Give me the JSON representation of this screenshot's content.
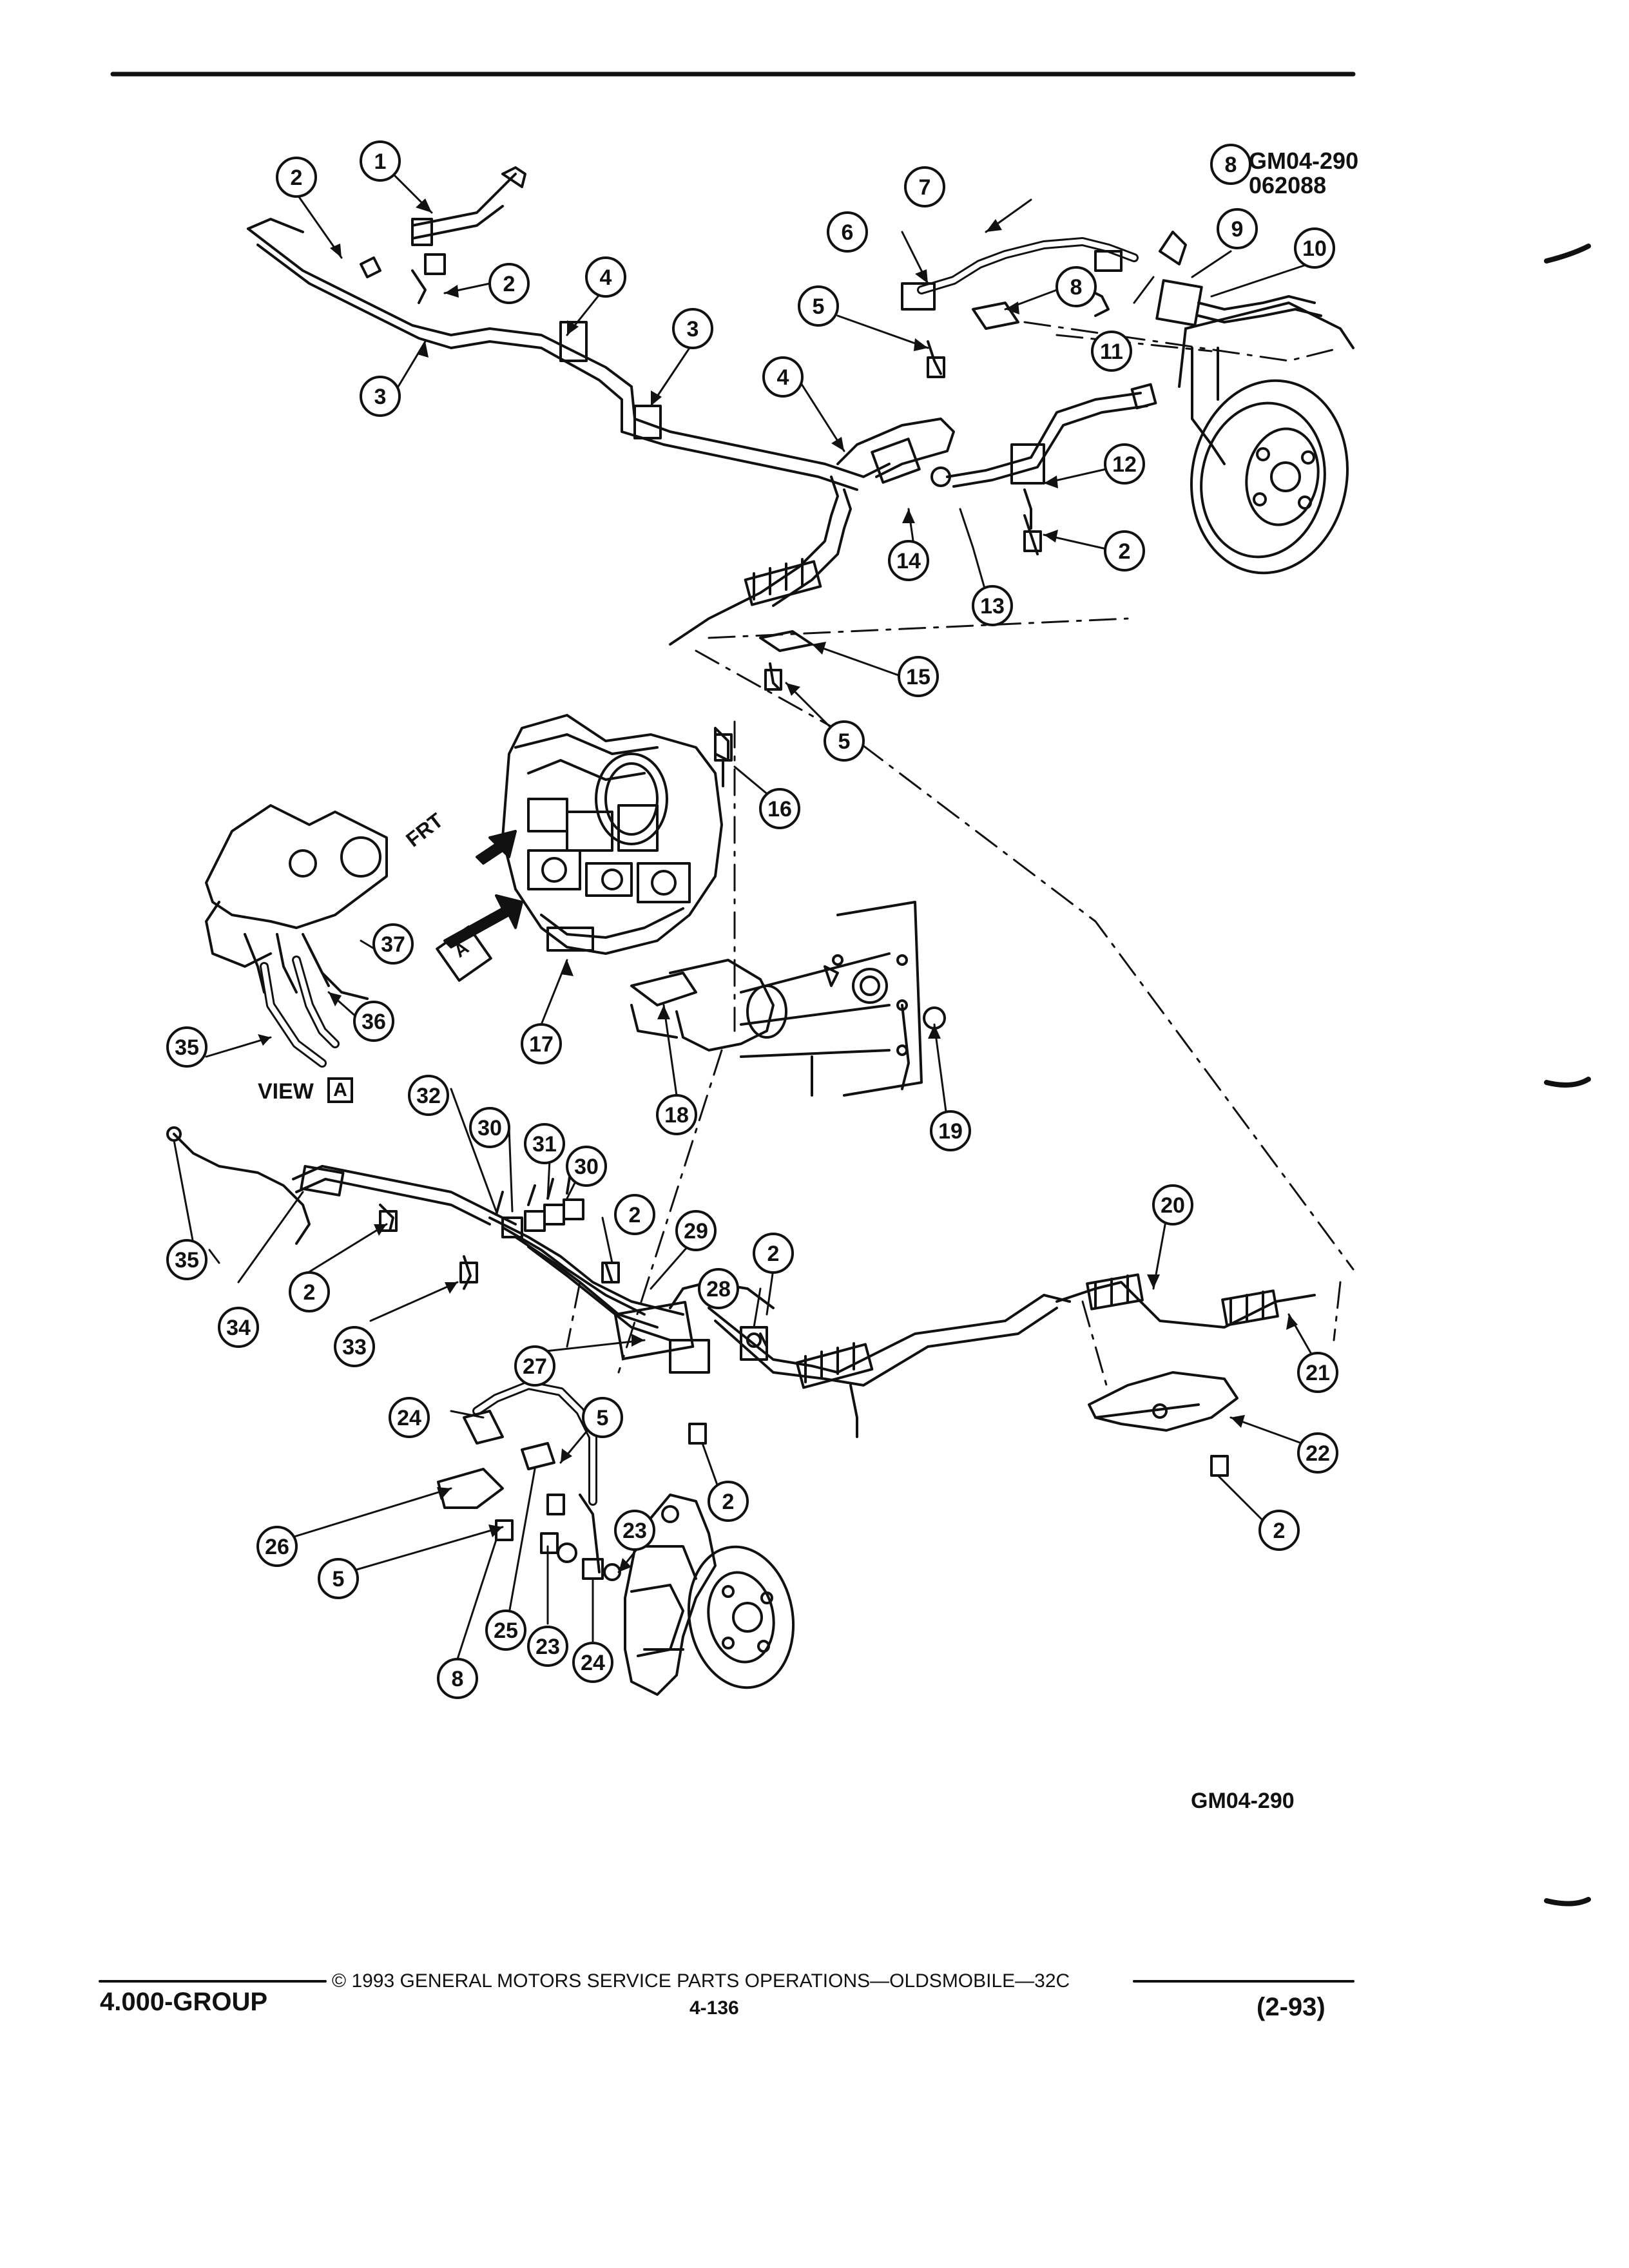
{
  "figure": {
    "id_top": "GM04-290",
    "date_code": "062088",
    "id_bottom": "GM04-290",
    "view_label": "VIEW",
    "view_letter": "A",
    "arrow_letter": "A",
    "front_label": "FRT"
  },
  "callouts": [
    "1",
    "2",
    "3",
    "4",
    "5",
    "6",
    "7",
    "8",
    "9",
    "10",
    "11",
    "12",
    "13",
    "14",
    "15",
    "16",
    "17",
    "18",
    "19",
    "20",
    "21",
    "22",
    "23",
    "24",
    "25",
    "26",
    "27",
    "28",
    "29",
    "30",
    "31",
    "32",
    "33",
    "34",
    "35",
    "36",
    "37"
  ],
  "footer": {
    "group": "4.000-GROUP",
    "copyright": "© 1993 GENERAL MOTORS SERVICE PARTS OPERATIONS—OLDSMOBILE—32C",
    "page": "4-136",
    "date": "(2-93)"
  }
}
